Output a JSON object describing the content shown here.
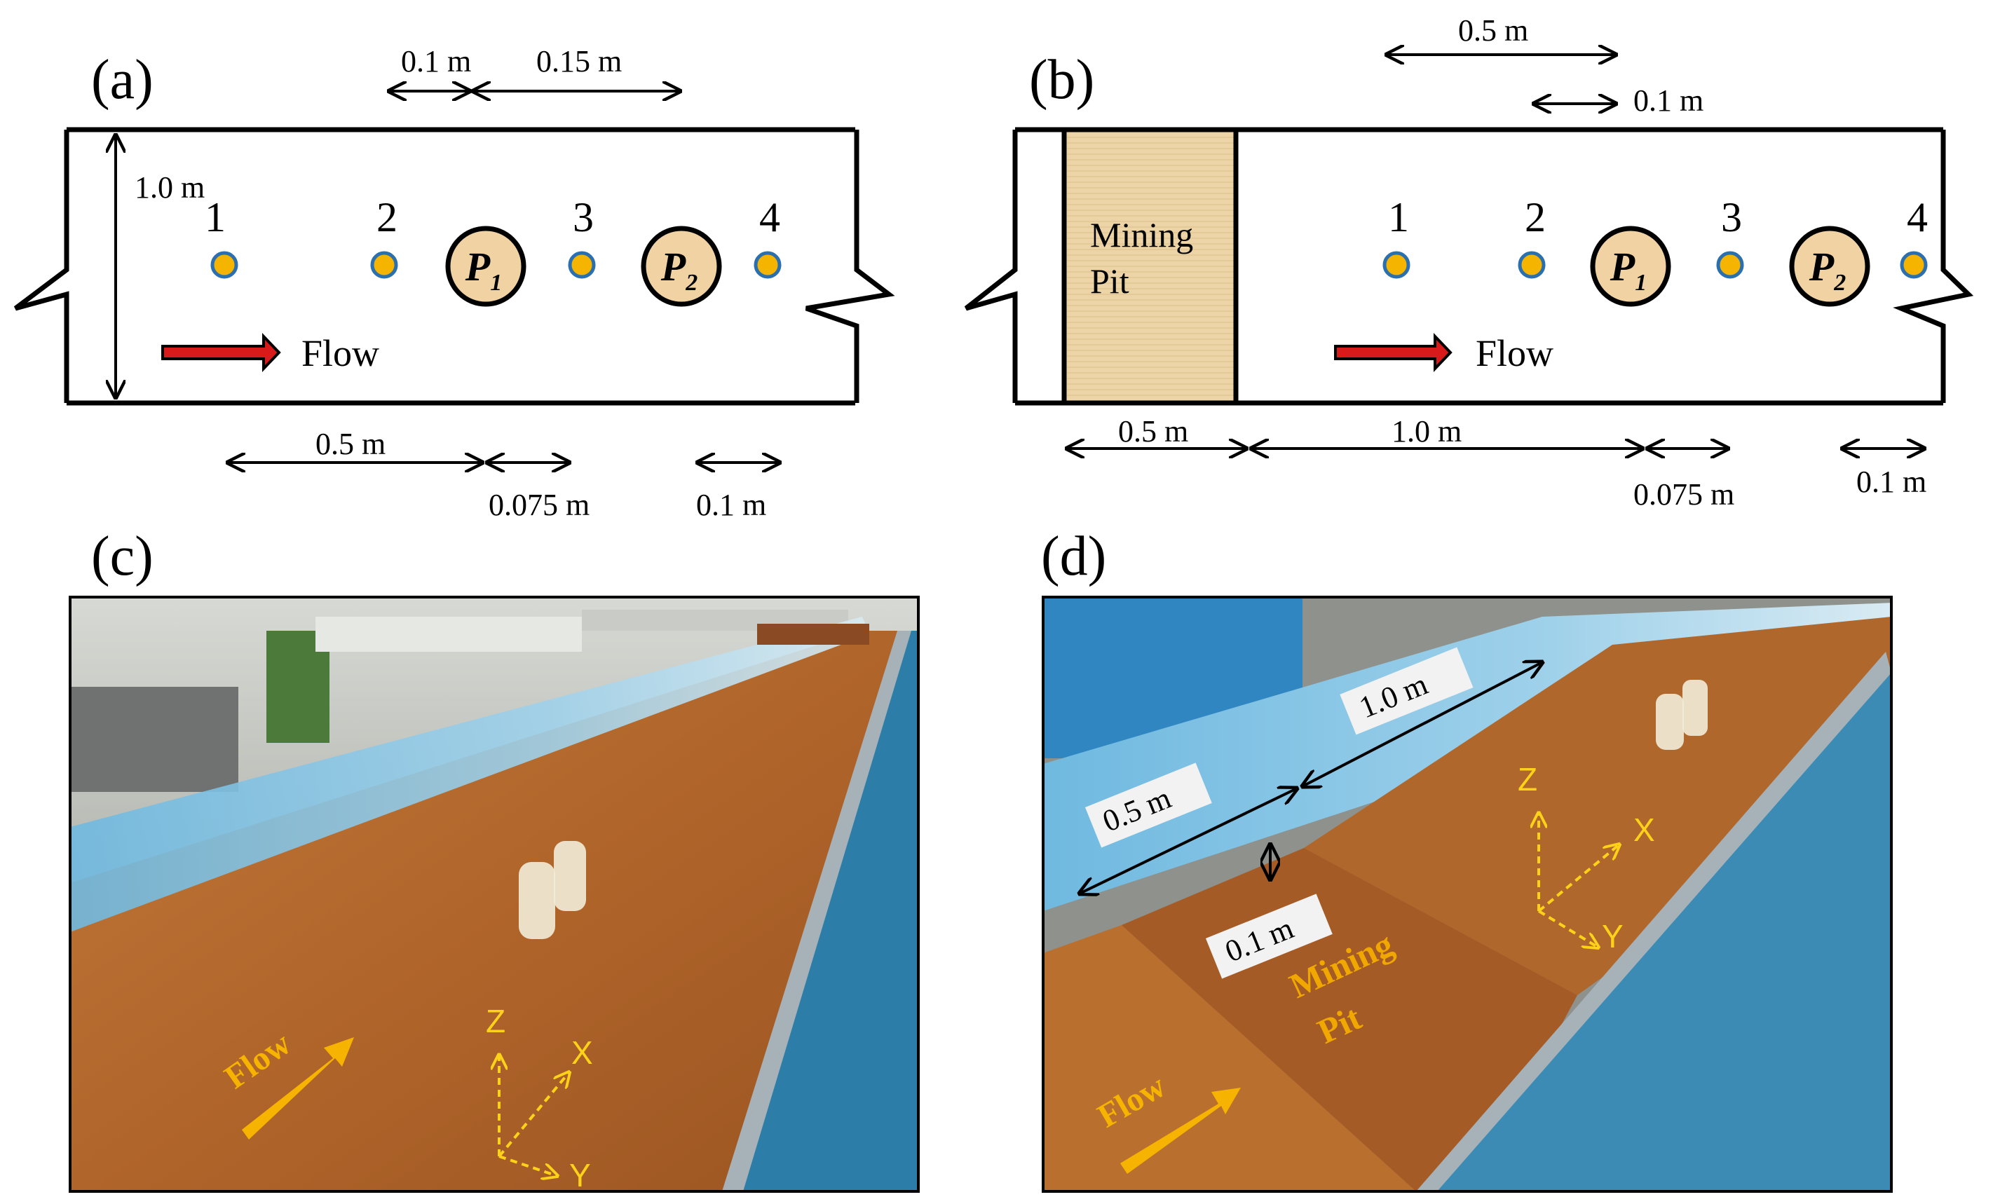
{
  "panels": {
    "a": "(a)",
    "b": "(b)",
    "c": "(c)",
    "d": "(d)"
  },
  "schematic_a": {
    "width": "1.0 m",
    "top_dims": [
      "0.1 m",
      "0.15 m"
    ],
    "bottom_dims": [
      "0.5 m",
      "0.075 m",
      "0.1 m"
    ],
    "points": [
      "1",
      "2",
      "3",
      "4"
    ],
    "piers": [
      {
        "letter": "P",
        "sub": "1"
      },
      {
        "letter": "P",
        "sub": "2"
      }
    ],
    "flow": "Flow"
  },
  "schematic_b": {
    "top_dims": [
      "0.5 m",
      "0.1 m"
    ],
    "bottom_dims": [
      "0.5 m",
      "1.0 m",
      "0.075 m",
      "0.1 m"
    ],
    "pit_label": [
      "Mining",
      "Pit"
    ],
    "points": [
      "1",
      "2",
      "3",
      "4"
    ],
    "piers": [
      {
        "letter": "P",
        "sub": "1"
      },
      {
        "letter": "P",
        "sub": "2"
      }
    ],
    "flow": "Flow"
  },
  "photo_c": {
    "flow": "Flow",
    "axes": [
      "Z",
      "X",
      "Y"
    ]
  },
  "photo_d": {
    "flow": "Flow",
    "axes": [
      "Z",
      "X",
      "Y"
    ],
    "tags": [
      "1.0 m",
      "0.5 m",
      "0.1 m"
    ],
    "pit_label": [
      "Mining",
      "Pit"
    ]
  },
  "colors": {
    "point_fill": "#f5b400",
    "point_stroke": "#2a6fb0",
    "pier_fill": "#f1d3a3",
    "flow_arrow": "#d91a1a",
    "pit_fill": "#e9cf9f",
    "sand": "#b86a2c",
    "wall_blue": "#4ca7d6",
    "photo_arrow": "#f6b400"
  }
}
